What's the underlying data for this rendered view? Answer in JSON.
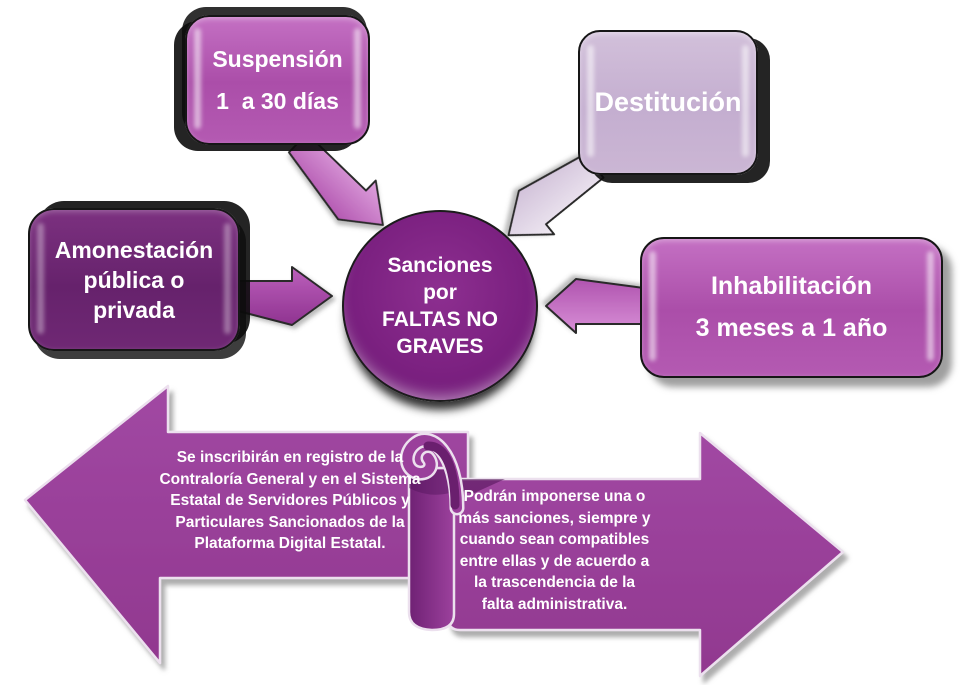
{
  "center_circle": {
    "lines": [
      "Sanciones",
      "por",
      "FALTAS NO",
      "GRAVES"
    ]
  },
  "boxes": {
    "suspension": {
      "line1": "Suspensión",
      "line2": "1  a 30 días"
    },
    "destitucion": {
      "label": "Destitución"
    },
    "amonestacion": {
      "lines": [
        "Amonestación",
        "pública o",
        "privada"
      ]
    },
    "inhabilitacion": {
      "line1": "Inhabilitación",
      "line2": "3 meses a 1 año"
    }
  },
  "banners": {
    "left": {
      "lines": [
        "Se inscribirán en registro de la",
        "Contraloría General y en el Sistema",
        "Estatal de Servidores Públicos y",
        "Particulares Sancionados de la",
        "Plataforma Digital Estatal."
      ]
    },
    "right": {
      "lines": [
        "Podrán imponerse una o",
        "más sanciones, siempre y",
        "cuando sean compatibles",
        "entre ellas y de acuerdo a",
        "la trascendencia de la",
        "falta administrativa."
      ]
    }
  },
  "colors": {
    "box_orchid": "#b256b0",
    "box_pale": "#c9b5d3",
    "box_dark": "#6a2470",
    "circle_purple": "#7c2181",
    "banner_purple": "#9a3f9b",
    "connector_light_orchid": "#c77fc7",
    "connector_pale_lavender": "#ded4e4",
    "connector_mid_purple": "#a445a4",
    "connector_orchid": "#c269c2",
    "text": "#ffffff"
  }
}
